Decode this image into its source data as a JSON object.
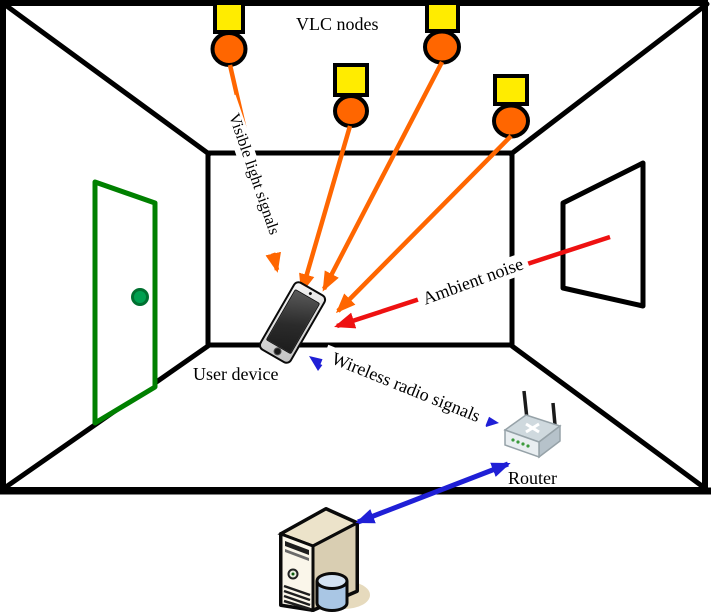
{
  "diagram": {
    "title_context": "Indoor VLC positioning scene",
    "labels": {
      "vlc_nodes": "VLC nodes",
      "visible_light_signals": "Visible light signals",
      "ambient_noise": "Ambient noise",
      "user_device": "User device",
      "wireless_radio_signals": "Wireless radio signals",
      "router": "Router"
    },
    "vlc_node_count": 4,
    "colors": {
      "outline": "#000000",
      "vlc_node_body": "#ffec00",
      "vlc_node_bulb": "#ff6600",
      "visible_light_arrow": "#ff6600",
      "ambient_noise_arrow": "#ee1111",
      "wireless_arrow": "#1f1fd6",
      "door": "#008000",
      "server_body": "#f5efdd",
      "router_body": "#d4dde2",
      "database_cylinder": "#a9c6e4"
    },
    "icons": {
      "vlc-node-icon": "yellow square fixture + orange bulb (svg)",
      "door-icon": "green perspective door with knob (svg)",
      "window-icon": "black perspective frame (svg)",
      "smartphone-icon": "tilted phone (css)",
      "router-icon": "wireless router with two antennas (svg)",
      "server-icon": "computer tower with database cylinder (svg)"
    }
  }
}
